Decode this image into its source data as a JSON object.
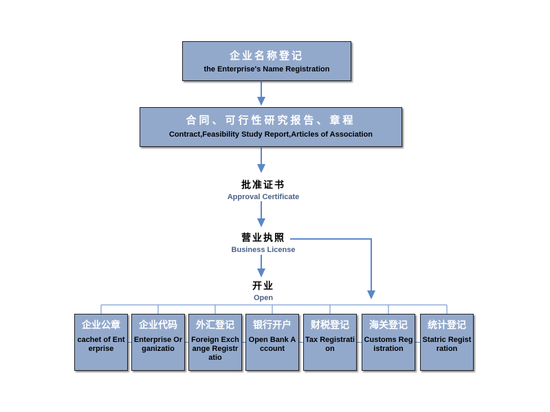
{
  "diagram": {
    "steps": {
      "name_registration": {
        "cn": "企业名称登记",
        "en": "the Enterprise's Name Registration"
      },
      "documents": {
        "cn": "合同、可行性研究报告、章程",
        "en": "Contract,Feasibility Study Report,Articles of Association"
      },
      "approval": {
        "cn": "批准证书",
        "en": "Approval Certificate"
      },
      "license": {
        "cn": "营业执照",
        "en": "Business License"
      },
      "open": {
        "cn": "开业",
        "en": "Open"
      }
    },
    "registrations": [
      {
        "cn": "企业公章",
        "en": "cachet of Enterprise"
      },
      {
        "cn": "企业代码",
        "en": "Enterprise Organizatio"
      },
      {
        "cn": "外汇登记",
        "en": "Foreign Exchange Registratio"
      },
      {
        "cn": "银行开户",
        "en": "Open Bank Account"
      },
      {
        "cn": "财税登记",
        "en": "Tax Registration"
      },
      {
        "cn": "海关登记",
        "en": "Customs Registration"
      },
      {
        "cn": "统计登记",
        "en": "Statric Registration"
      }
    ],
    "colors": {
      "box_fill": "#93a9cc",
      "connector": "#5b87c8",
      "label_en": "#4a5f88"
    }
  }
}
